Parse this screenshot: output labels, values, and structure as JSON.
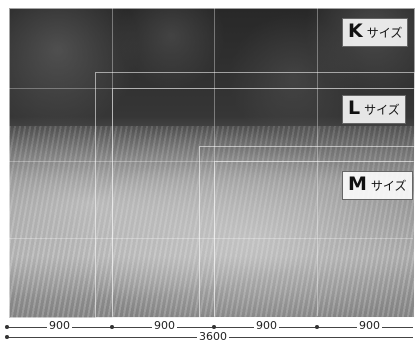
{
  "sizes": [
    {
      "letter": "K",
      "suffix": "サイズ"
    },
    {
      "letter": "L",
      "suffix": "サイズ"
    },
    {
      "letter": "M",
      "suffix": "サイズ"
    }
  ],
  "ruler": {
    "segments": [
      "900",
      "900",
      "900",
      "900"
    ],
    "total": "3600"
  }
}
